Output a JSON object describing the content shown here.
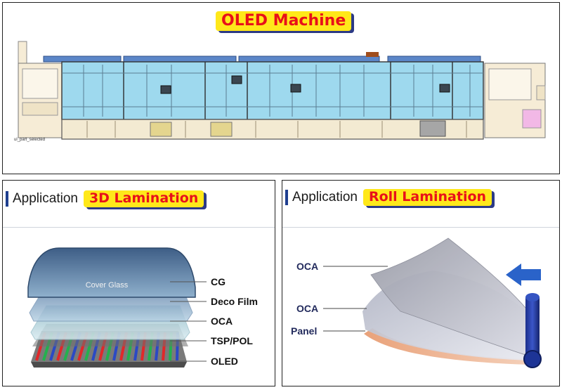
{
  "machine": {
    "title": "OLED Machine",
    "footnote": "ul_part_selected"
  },
  "lamination_3d": {
    "application_word": "Application",
    "title": "3D Lamination",
    "cover_glass_label": "Cover Glass",
    "layers": [
      "CG",
      "Deco Film",
      "OCA",
      "TSP/POL",
      "OLED"
    ]
  },
  "roll_lamination": {
    "application_word": "Application",
    "title": "Roll Lamination",
    "labels": [
      "OCA",
      "OCA",
      "Panel"
    ]
  },
  "colors": {
    "title_text": "#e8101a",
    "title_highlight": "#ffe81a",
    "title_shadow": "#2c3a86",
    "accent": "#1f3f8f",
    "arrow": "#2a63c9"
  }
}
